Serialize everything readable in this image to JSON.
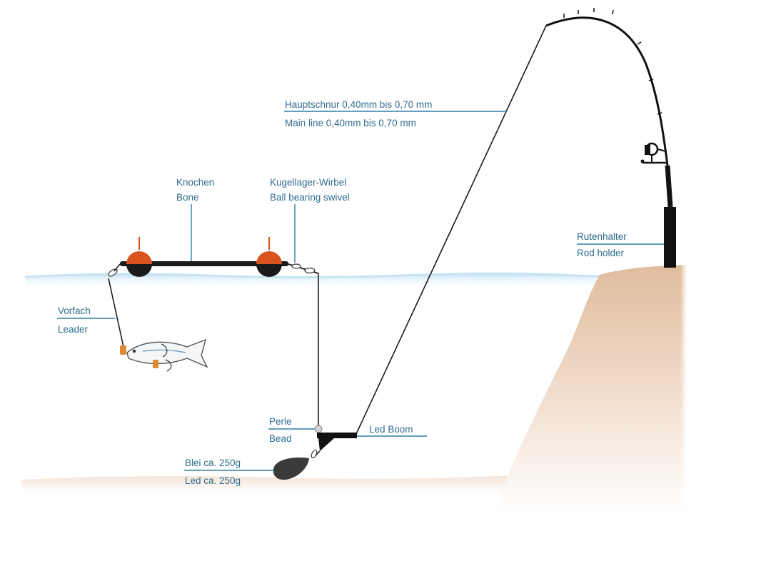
{
  "labels": {
    "main_line_de": "Hauptschnur 0,40mm bis 0,70 mm",
    "main_line_en": "Main line 0,40mm bis 0,70 mm",
    "bone_de": "Knochen",
    "bone_en": "Bone",
    "swivel_de": "Kugellager-Wirbel",
    "swivel_en": "Ball bearing swivel",
    "rod_holder_de": "Rutenhalter",
    "rod_holder_en": "Rod holder",
    "leader_de": "Vorfach",
    "leader_en": "Leader",
    "bead_de": "Perle",
    "bead_en": "Bead",
    "led_boom": "Led Boom",
    "lead_de": "Blei ca. 250g",
    "lead_en": "Led ca. 250g"
  },
  "colors": {
    "label_text": "#2f6d8e",
    "leader_line": "#2f7fa6",
    "float_orange": "#d9531e",
    "water": "#cfe8f6",
    "bank": "#e3c2a6",
    "riverbed": "#f3e4d8",
    "line": "#1a1a1a"
  },
  "icons": {
    "fish": "fish-bait-icon",
    "reel": "spinning-reel-icon",
    "float": "float-icon"
  }
}
